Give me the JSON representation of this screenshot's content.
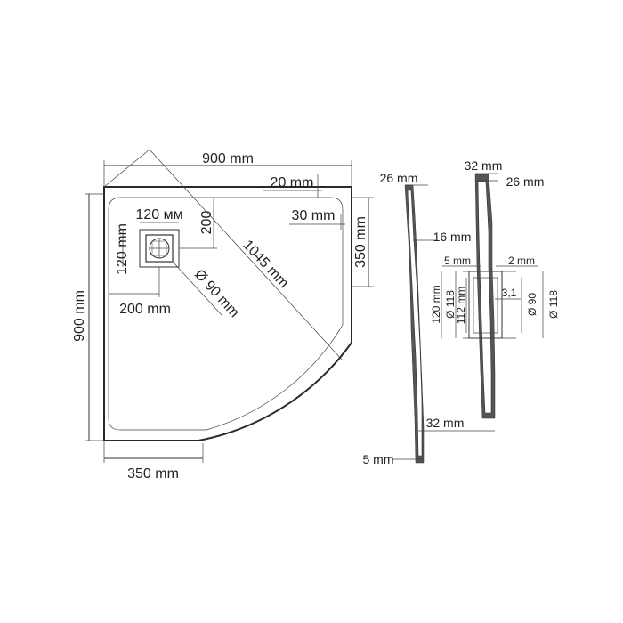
{
  "plan": {
    "top_width": "900 mm",
    "left_height": "900 mm",
    "diagonal": "1045 mm",
    "right_straight": "350 mm",
    "bottom_straight": "350 mm",
    "inner_top_offset": "20 mm",
    "inner_right_offset": "30 mm",
    "drain_width": "120 мм",
    "drain_height": "120 mm",
    "drain_dist_top": "200",
    "drain_dist_left": "200 mm",
    "drain_diameter": "Ø 90 mm"
  },
  "profile": {
    "top_thickness": "26 mm",
    "mid_thickness": "16 mm",
    "bottom_thickness": "5 mm"
  },
  "section": {
    "top_height": "32 mm",
    "top_rim": "26 mm",
    "left_gap": "5 mm",
    "right_gap": "2 mm",
    "body_height": "120 mm",
    "outer_dia_left": "Ø 118",
    "inner_height": "112 mm",
    "slot": "3,1",
    "pipe_dia": "Ø 90",
    "outer_dia_right": "Ø 118",
    "bottom_height": "32 mm"
  }
}
